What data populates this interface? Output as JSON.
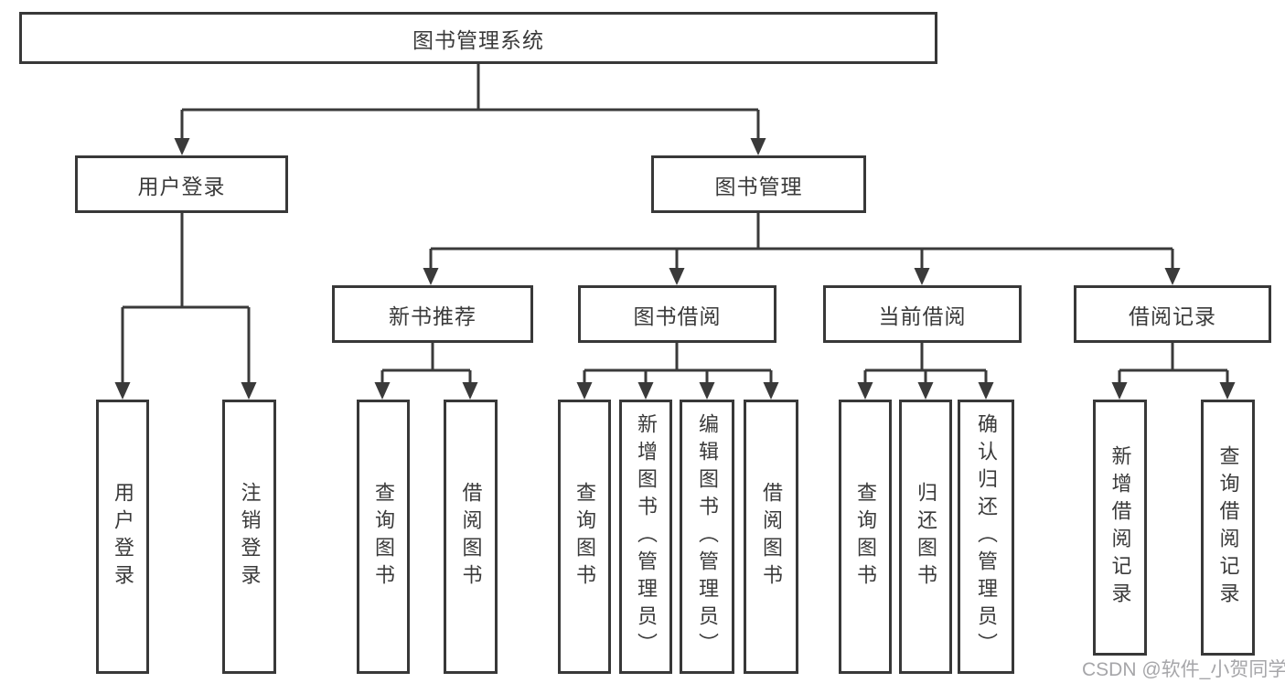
{
  "nodes": {
    "root": "图书管理系统",
    "level2": [
      "用户登录",
      "图书管理"
    ],
    "level3": [
      "新书推荐",
      "图书借阅",
      "当前借阅",
      "借阅记录"
    ],
    "leaves": [
      "用户登录",
      "注销登录",
      "查询图书",
      "借阅图书",
      "查询图书",
      "新增图书（管理员）",
      "编辑图书（管理员）",
      "借阅图书",
      "查询图书",
      "归还图书",
      "确认归还（管理员）",
      "新增借阅记录",
      "查询借阅记录"
    ]
  },
  "watermark": "CSDN @软件_小贺同学",
  "colors": {
    "line": "#3a3a3a",
    "text": "#3a3a3a",
    "box_background": "#ffffff",
    "watermark": "#a6a6a9",
    "background": "#ffffff"
  }
}
